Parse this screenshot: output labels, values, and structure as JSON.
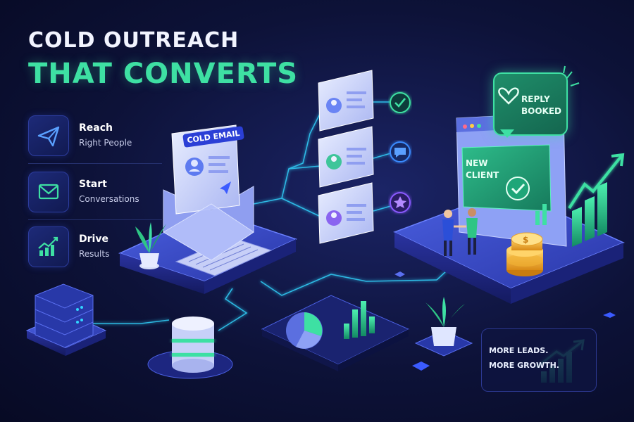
{
  "headline": {
    "line1": "COLD OUTREACH",
    "line2": "THAT CONVERTS"
  },
  "features": [
    {
      "title": "Reach",
      "subtitle": "Right People",
      "icon": "paper-plane-icon"
    },
    {
      "title": "Start",
      "subtitle": "Conversations",
      "icon": "envelope-icon"
    },
    {
      "title": "Drive",
      "subtitle": "Results",
      "icon": "growth-chart-icon"
    }
  ],
  "email_tag": "COLD EMAIL",
  "reply_bubble": {
    "line1": "REPLY",
    "line2": "BOOKED"
  },
  "new_client": {
    "line1": "NEW",
    "line2": "CLIENT"
  },
  "promo_card": {
    "line1": "MORE LEADS.",
    "line2": "MORE GROWTH."
  },
  "colors": {
    "background": "#0d1238",
    "accent_green": "#3ee0a3",
    "accent_blue": "#3b5bff",
    "purple": "#7a4dff",
    "gold": "#f2b233"
  }
}
